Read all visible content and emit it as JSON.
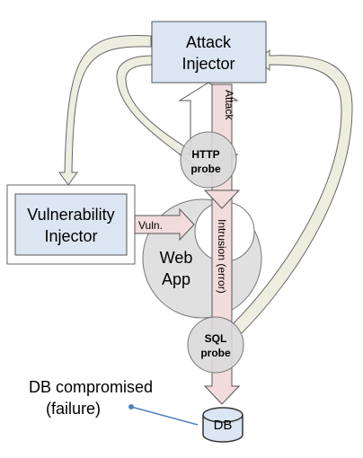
{
  "attack_injector": {
    "line1": "Attack",
    "line2": "Injector"
  },
  "vulnerability_injector": {
    "line1": "Vulnerability",
    "line2": "Injector"
  },
  "web_app": {
    "line1": "Web",
    "line2": "App"
  },
  "http_probe": {
    "line1": "HTTP",
    "line2": "probe"
  },
  "sql_probe": {
    "line1": "SQL",
    "line2": "probe"
  },
  "db": {
    "label": "DB"
  },
  "arrows": {
    "attack": "Attack",
    "vuln": "Vuln.",
    "intrusion": "Intrusion (error)"
  },
  "annotation": {
    "line1": "DB compromised",
    "line2": "(failure)"
  },
  "colors": {
    "box_fill": "#dce6f2",
    "arrow_fill": "#f2dcdb",
    "loop_fill": "#eeeee0",
    "probe_fill": "#d9d9d9",
    "annotation_line": "#4f81bd"
  }
}
